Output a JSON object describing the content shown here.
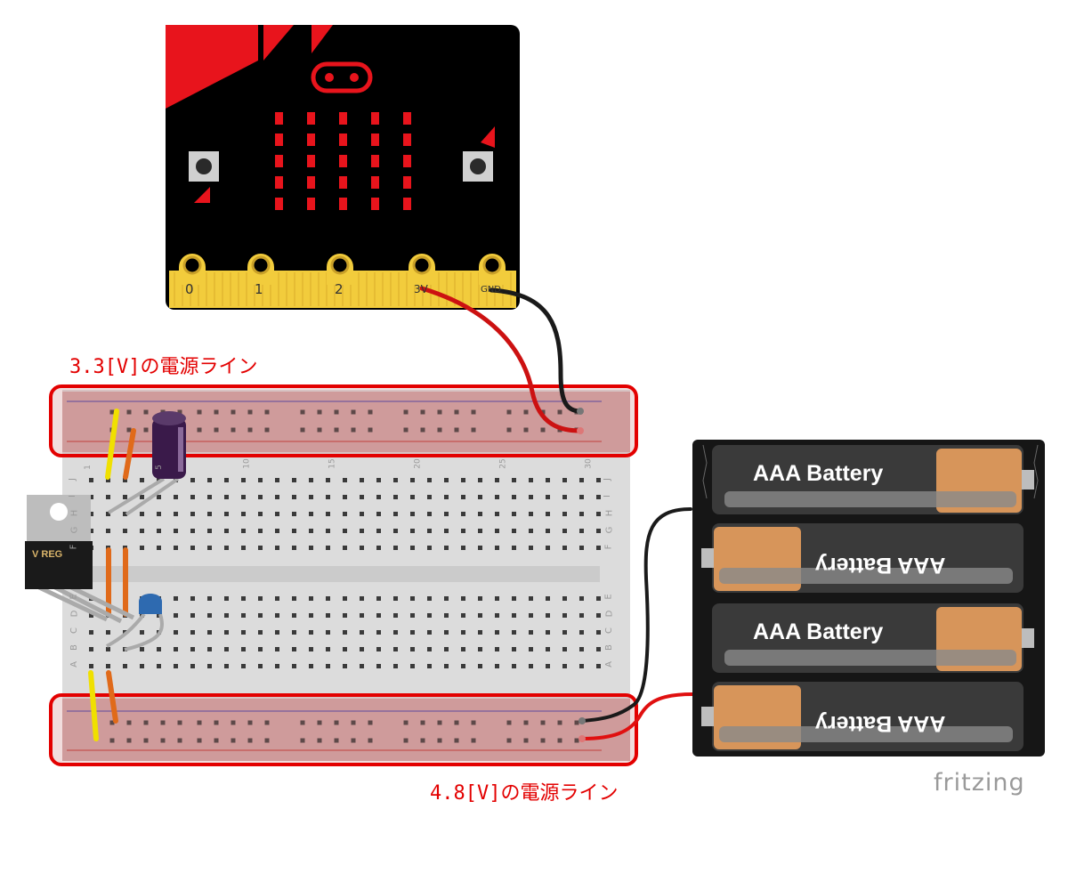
{
  "annotations": {
    "line_33": "3.3[V]の電源ライン",
    "line_48": "4.8[V]の電源ライン"
  },
  "microbit": {
    "pins": [
      "0",
      "1",
      "2",
      "3V",
      "GND"
    ]
  },
  "regulator": {
    "label": "V REG"
  },
  "battery_pack": {
    "cells": [
      "AAA Battery",
      "AAA Battery",
      "AAA Battery",
      "AAA Battery"
    ]
  },
  "breadboard": {
    "column_numbers": [
      "1",
      "5",
      "10",
      "15",
      "20",
      "25",
      "30"
    ],
    "rows_top": [
      "J",
      "I",
      "H",
      "G",
      "F"
    ],
    "rows_bottom": [
      "E",
      "D",
      "C",
      "B",
      "A"
    ]
  },
  "watermark": "fritzing",
  "colors": {
    "highlight": "#e30000",
    "wire_red": "#cc1111",
    "wire_black": "#1a1a1a",
    "jumper_orange": "#e06a1a",
    "jumper_yellow": "#f0e000",
    "microbit_led": "#e8141c",
    "microbit_gold": "#f2cc3c"
  }
}
